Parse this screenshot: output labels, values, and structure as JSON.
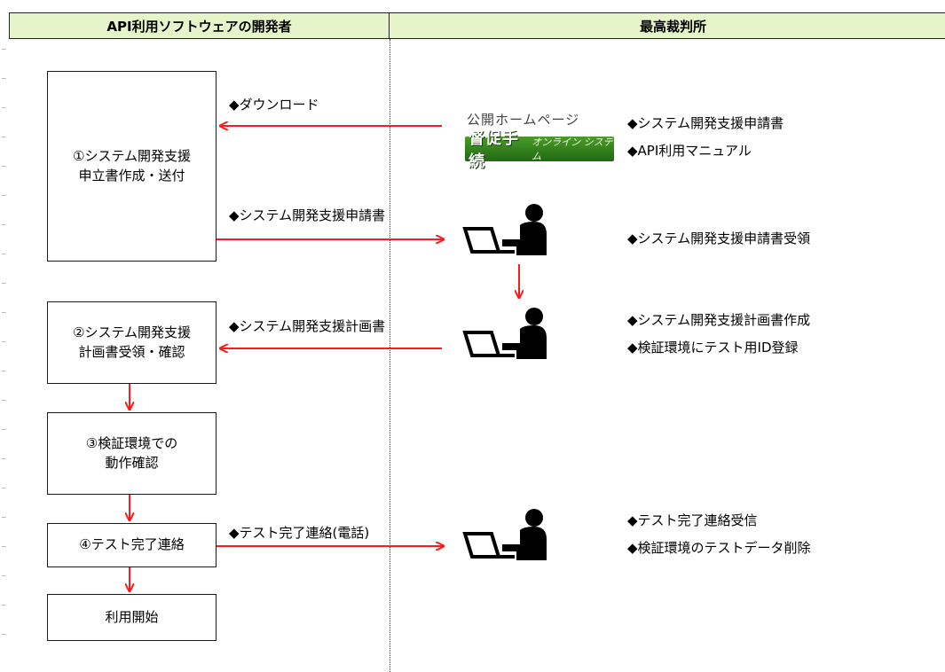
{
  "header": {
    "left": "API利用ソフトウェアの開発者",
    "right": "最高裁判所"
  },
  "steps": [
    {
      "label": "①システム開発支援\n申立書作成・送付"
    },
    {
      "label": "②システム開発支援\n計画書受領・確認"
    },
    {
      "label": "③検証環境での\n動作確認"
    },
    {
      "label": "④テスト完了連絡"
    },
    {
      "label": "利用開始"
    }
  ],
  "arrow_labels": {
    "download": "◆ダウンロード",
    "application": "◆システム開発支援申請書",
    "plan": "◆システム開発支援計画書",
    "test_done": "◆テスト完了連絡(電話)"
  },
  "homepage": {
    "caption": "公開ホームページ",
    "logo_main": "督促手続",
    "logo_sub": "オンライン システム"
  },
  "notes": {
    "hp_1": "◆システム開発支援申請書",
    "hp_2": "◆API利用マニュアル",
    "receive": "◆システム開発支援申請書受領",
    "plan_1": "◆システム開発支援計画書作成",
    "plan_2": "◆検証環境にテスト用ID登録",
    "test_1": "◆テスト完了連絡受信",
    "test_2": "◆検証環境のテストデータ削除"
  },
  "icons": [
    "person-at-computer-icon",
    "person-at-computer-icon",
    "person-at-computer-icon"
  ],
  "colors": {
    "header_bg": "#e6f5c9",
    "arrow": "#ff1a1a",
    "logo_green": "#2f7d1c"
  }
}
